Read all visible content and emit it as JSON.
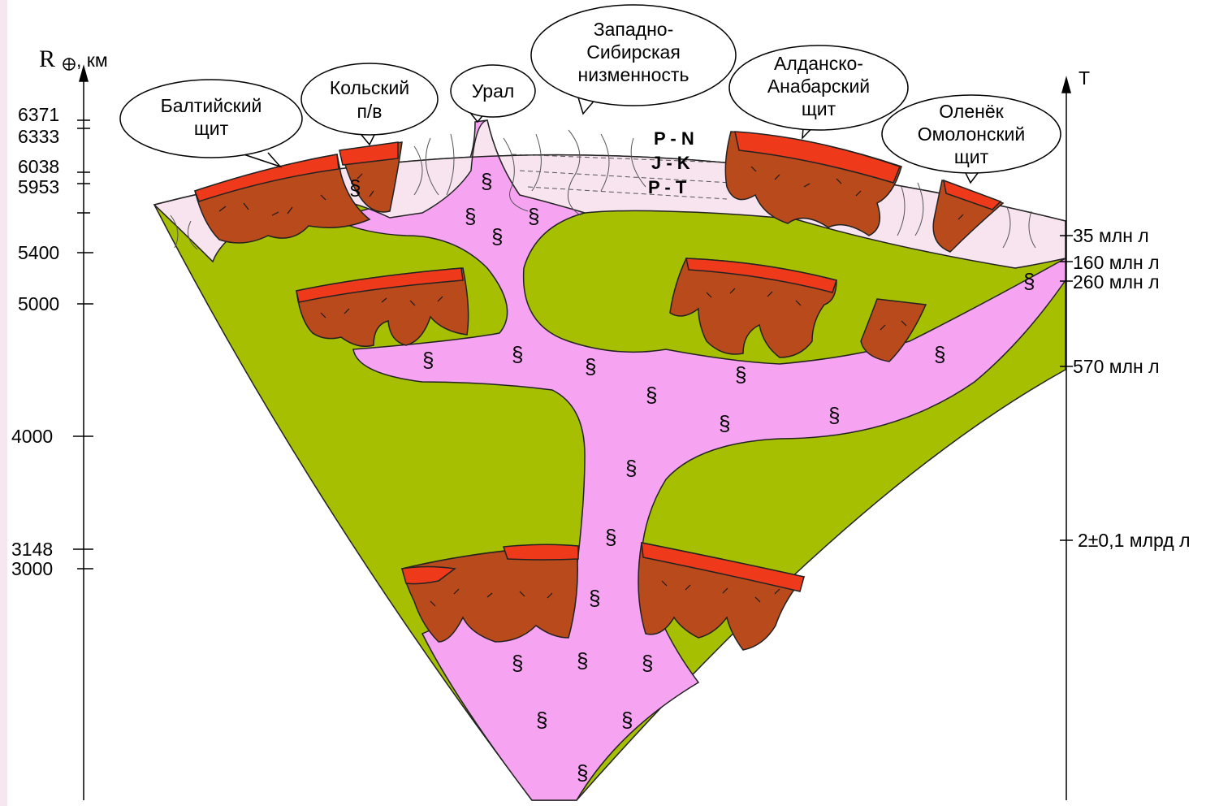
{
  "colors": {
    "mantle_green": "#a6bf00",
    "plume_pink": "#f6a3f2",
    "sediment_pink": "#f8e4ef",
    "crust_brown": "#b84a1c",
    "crust_red": "#ee3a1a",
    "edge_strip": "#f6e6ee"
  },
  "left_axis": {
    "symbol": "R",
    "unit": ", км",
    "ticks": [
      "6371",
      "6333",
      "6038",
      "5953",
      "5400",
      "5000",
      "4000",
      "3148",
      "3000"
    ]
  },
  "right_axis": {
    "label": "T",
    "ticks": [
      "35 млн л",
      "160 млн л",
      "260 млн л",
      "570 млн л",
      "2±0,1 млрд л"
    ]
  },
  "callouts": {
    "baltic_shield": [
      "Балтийский",
      "щит"
    ],
    "kola": [
      "Кольский",
      "п/в"
    ],
    "ural": [
      "Урал"
    ],
    "west_siberian": [
      "Западно-",
      "Сибирская",
      "низменность"
    ],
    "aldan_anabar": [
      "Алданско-",
      "Анабарский",
      "щит"
    ],
    "olenek_omolon": [
      "Оленёк",
      "Омолонский",
      "щит"
    ]
  },
  "strata": [
    "P - N",
    "J - K",
    "P - T"
  ],
  "plume_symbol": "§"
}
